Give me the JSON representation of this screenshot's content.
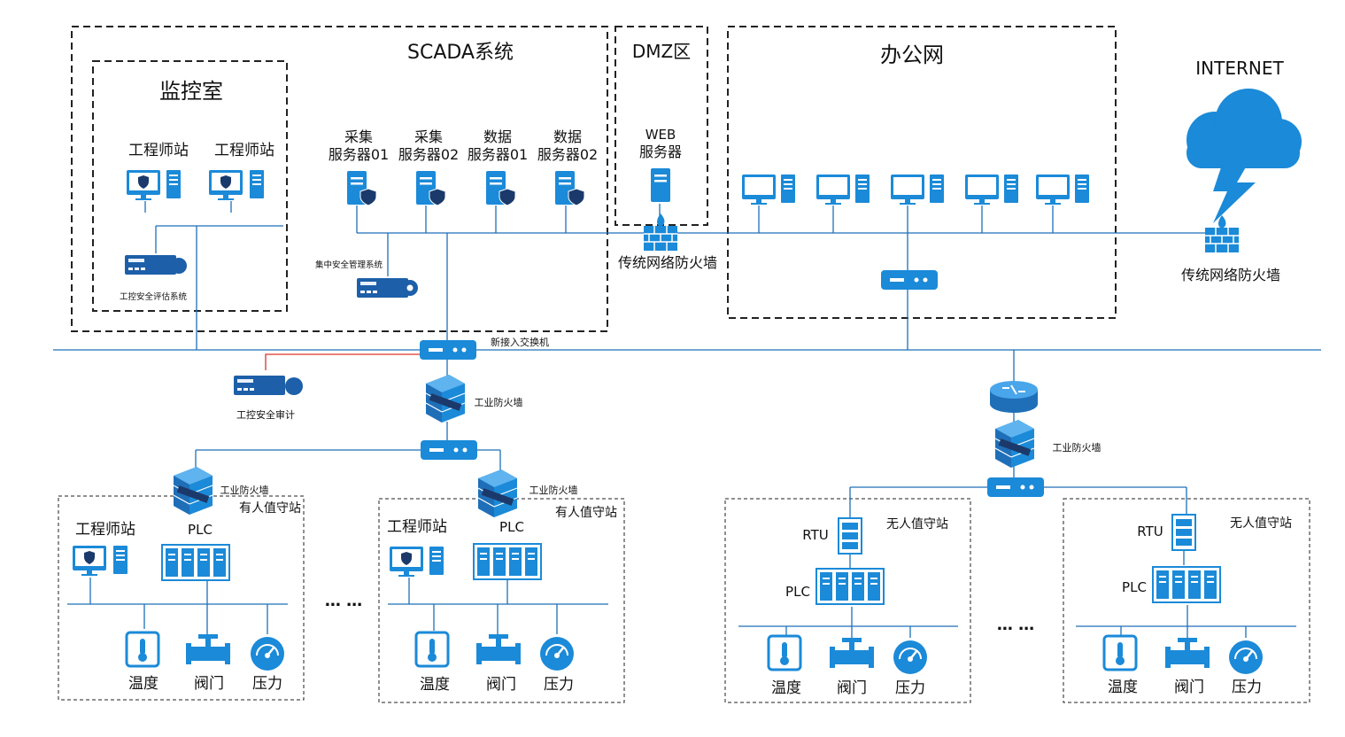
{
  "zones": {
    "scada": "SCADA系统",
    "monitor_room": "监控室",
    "dmz": "DMZ区",
    "office": "办公网",
    "internet": "INTERNET"
  },
  "monitor": {
    "eng1": "工程师站",
    "eng2": "工程师站",
    "assess": "工控安全评估系统"
  },
  "servers": [
    {
      "l1": "采集",
      "l2": "服务器01"
    },
    {
      "l1": "采集",
      "l2": "服务器02"
    },
    {
      "l1": "数据",
      "l2": "服务器01"
    },
    {
      "l1": "数据",
      "l2": "服务器02"
    }
  ],
  "web": {
    "l1": "WEB",
    "l2": "服务器"
  },
  "central_mgmt": "集中安全管理系统",
  "fw_traditional_1": "传统网络防火墙",
  "fw_traditional_2": "传统网络防火墙",
  "new_switch": "新接入交换机",
  "audit": "工控安全审计",
  "industrial_fw": "工业防火墙",
  "stations": {
    "manned": "有人值守站",
    "unmanned": "无人值守站",
    "eng": "工程师站",
    "plc": "PLC",
    "rtu": "RTU",
    "temp": "温度",
    "valve": "阀门",
    "pressure": "压力",
    "ellipsis": "… …"
  },
  "colors": {
    "blue": "#1b8ad8",
    "line": "#1d6fb8",
    "red": "#d9342b",
    "dash": "#222222"
  }
}
